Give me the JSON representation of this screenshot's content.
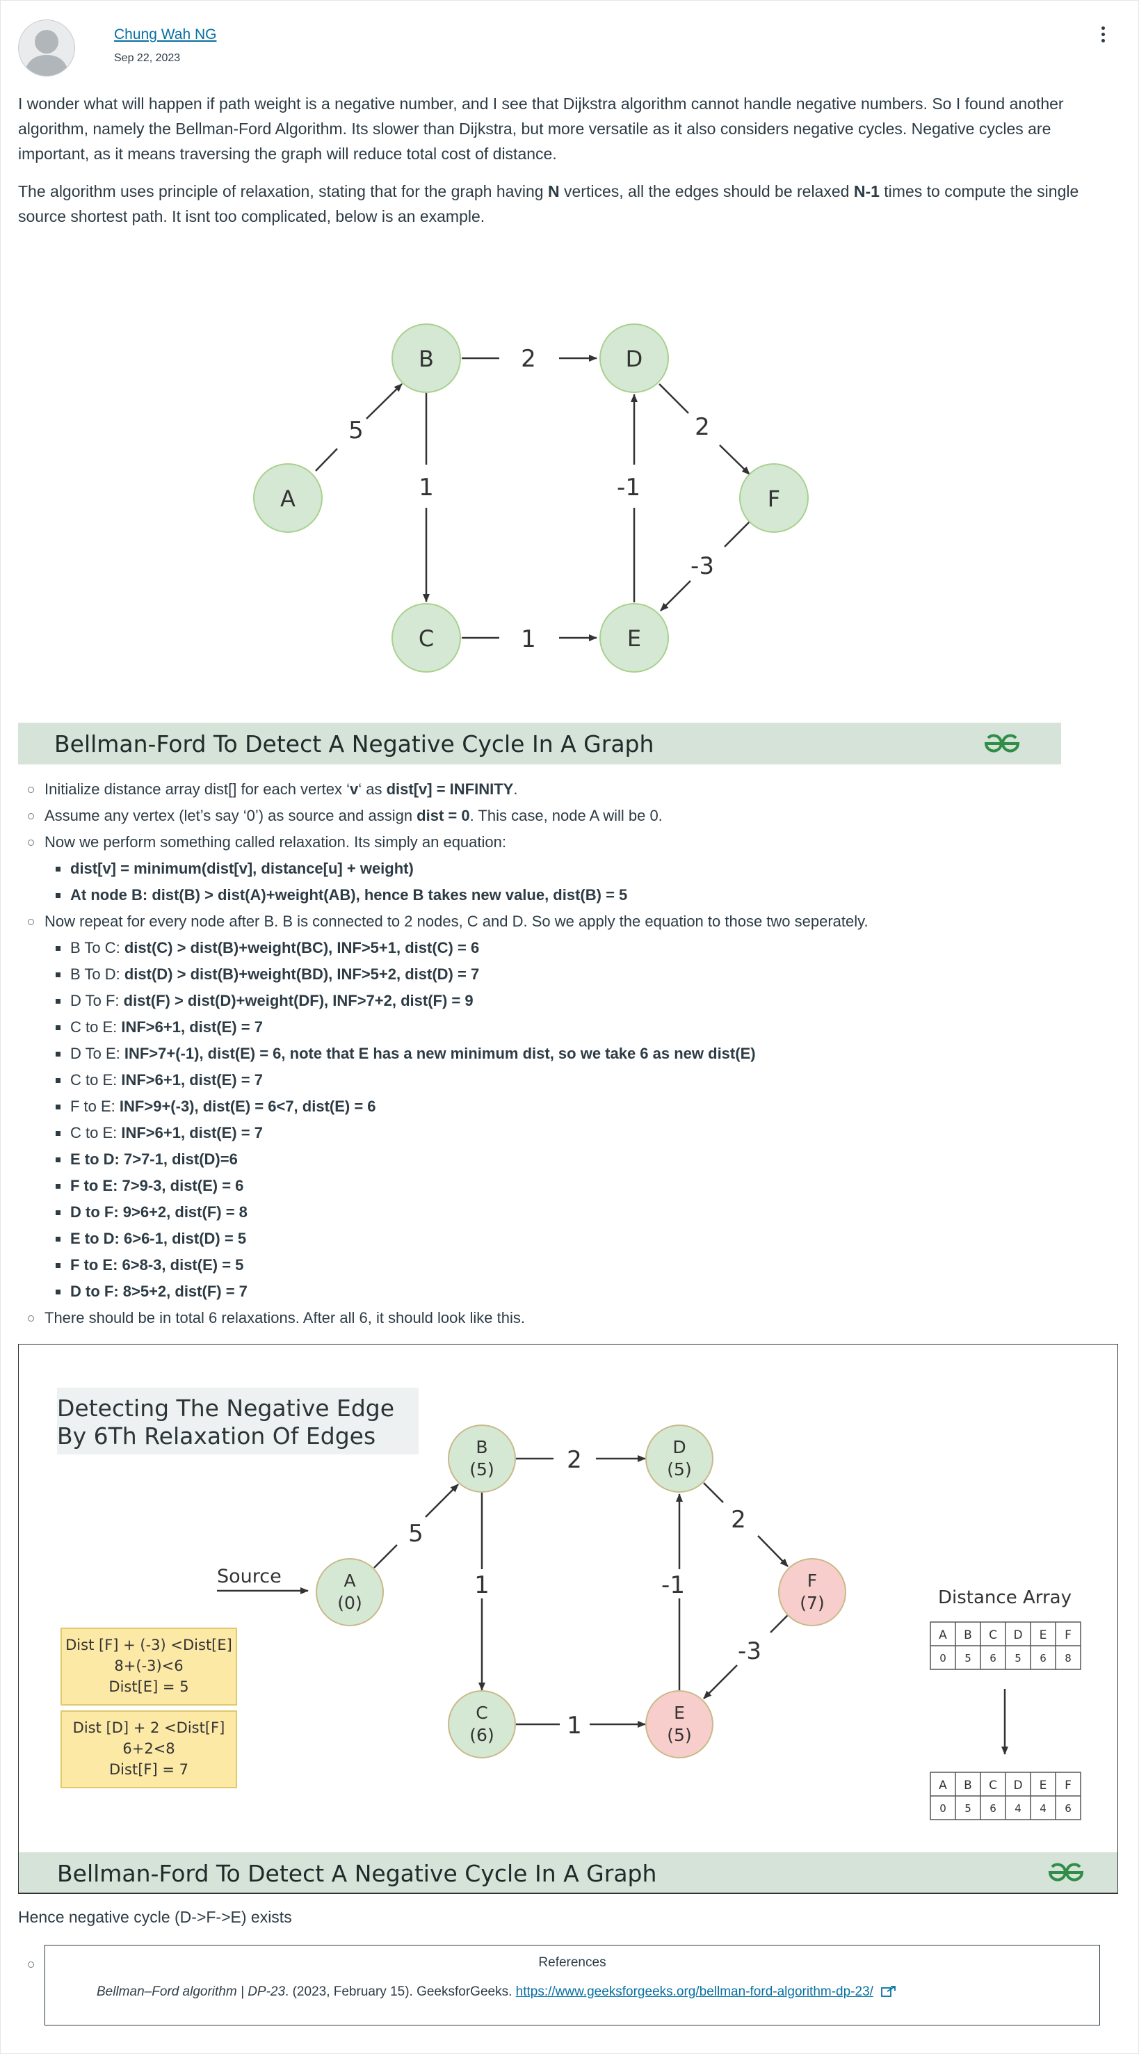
{
  "post": {
    "author": "Chung Wah NG",
    "date": "Sep 22, 2023",
    "paragraph1": "I wonder what will happen if path weight is a negative number, and I see that Dijkstra algorithm cannot handle negative numbers. So I found another algorithm, namely the Bellman-Ford Algorithm. Its slower than Dijkstra, but more versatile as it also considers negative cycles. Negative cycles are important, as it means traversing the graph will reduce total cost of distance.",
    "paragraph2": {
      "t1": "The algorithm uses principle of relaxation, stating that for the graph having ",
      "b1": "N",
      "t2": " vertices, all the edges should be relaxed ",
      "b2": "N-1",
      "t3": " times to compute the single source shortest path. It isnt too complicated, below is an example."
    }
  },
  "figure1": {
    "nodes": [
      "A",
      "B",
      "C",
      "D",
      "E",
      "F"
    ],
    "weights": {
      "AB": "5",
      "BD": "2",
      "BC": "1",
      "CE": "1",
      "ED": "-1",
      "DF": "2",
      "FE": "-3"
    },
    "banner_title": "Bellman-Ford To Detect A Negative Cycle In A Graph"
  },
  "steps": {
    "s1": {
      "t1": "Initialize distance array dist[] for each vertex ‘",
      "b1": "v",
      "t2": "‘ as ",
      "b2": "dist[v] = INFINITY",
      "t3": "."
    },
    "s2": {
      "t1": "Assume any vertex (let’s say ‘0’) as source and assign ",
      "b1": "dist = 0",
      "t2": ". This case, node A will be 0."
    },
    "s3": "Now we perform something called relaxation. Its simply an equation:",
    "s3_sub": [
      "dist[v] = minimum(dist[v], distance[u] + weight)",
      "At node B: dist(B) > dist(A)+weight(AB), hence B takes new value, dist(B) = 5"
    ],
    "s4": "Now repeat for every node after B. B is connected to 2 nodes, C and D. So we apply the equation to those two seperately.",
    "s4_sub": [
      {
        "prefix": "B To C:  ",
        "text": "dist(C) > dist(B)+weight(BC), INF>5+1, dist(C) = 6"
      },
      {
        "prefix": "B To D:  ",
        "text": "dist(D) > dist(B)+weight(BD), INF>5+2, dist(D) = 7"
      },
      {
        "prefix": "D To F:  ",
        "text": "dist(F) > dist(D)+weight(DF), INF>7+2, dist(F) = 9"
      },
      {
        "prefix": "C to E:  ",
        "text": "INF>6+1, dist(E) = 7"
      },
      {
        "prefix": "D To E:  ",
        "text": "INF>7+(-1), dist(E) = 6, note that E has a new minimum dist, so we take 6 as new dist(E)"
      },
      {
        "prefix": "C to E:  ",
        "text": "INF>6+1, dist(E) = 7"
      },
      {
        "prefix": "F to E:  ",
        "text": "INF>9+(-3), dist(E) = 6<7, dist(E) = 6"
      },
      {
        "prefix": "C to E:  ",
        "text": "INF>6+1, dist(E) = 7"
      },
      {
        "prefix": "",
        "text": "E to D: 7>7-1, dist(D)=6"
      },
      {
        "prefix": "",
        "text": "F to E: 7>9-3, dist(E) = 6"
      },
      {
        "prefix": "",
        "text": "D to F: 9>6+2, dist(F) = 8"
      },
      {
        "prefix": "",
        "text": "E to D: 6>6-1, dist(D) = 5"
      },
      {
        "prefix": "",
        "text": "F to E: 6>8-3, dist(E) = 5"
      },
      {
        "prefix": "",
        "text": "D to F: 8>5+2, dist(F) = 7"
      }
    ],
    "s5": "There should be in total 6 relaxations. After all 6, it should look like this."
  },
  "figure2": {
    "heading_line1": "Detecting The Negative Edge",
    "heading_line2": "By 6Th Relaxation Of Edges",
    "source_label": "Source",
    "node_values": {
      "A": "(0)",
      "B": "(5)",
      "C": "(6)",
      "D": "(5)",
      "E": "(5)",
      "F": "(7)"
    },
    "box1": [
      "Dist [F] + (-3) <Dist[E]",
      "8+(-3)<6",
      "Dist[E] = 5"
    ],
    "box2": [
      "Dist [D] + 2 <Dist[F]",
      "6+2<8",
      "Dist[F] = 7"
    ],
    "distance_array_title": "Distance Array",
    "array_headers": [
      "A",
      "B",
      "C",
      "D",
      "E",
      "F"
    ],
    "array_before": [
      "0",
      "5",
      "6",
      "5",
      "6",
      "8"
    ],
    "array_after": [
      "0",
      "5",
      "6",
      "4",
      "4",
      "6"
    ],
    "banner_title": "Bellman-Ford To Detect A Negative Cycle In A Graph"
  },
  "conclusion": "Hence negative cycle (D->F->E) exists",
  "references": {
    "title": "References",
    "citation_title": "Bellman–Ford algorithm | DP-23",
    "citation_rest": ". (2023, February 15). GeeksforGeeks. ",
    "link": "https://www.geeksforgeeks.org/bellman-ford-algorithm-dp-23/"
  },
  "colors": {
    "node_green": "#d5e8d4",
    "node_green_stroke": "#a9d18e",
    "node_red": "#f8cecc",
    "banner_bg": "#d5e3d9",
    "gfg_green": "#2f8d46",
    "link_blue": "#0770a3",
    "box_yellow": "#fce9a6"
  },
  "icons": {
    "menu": "kebab-menu-icon",
    "external": "external-link-icon",
    "brand": "gfg-logo-icon"
  }
}
